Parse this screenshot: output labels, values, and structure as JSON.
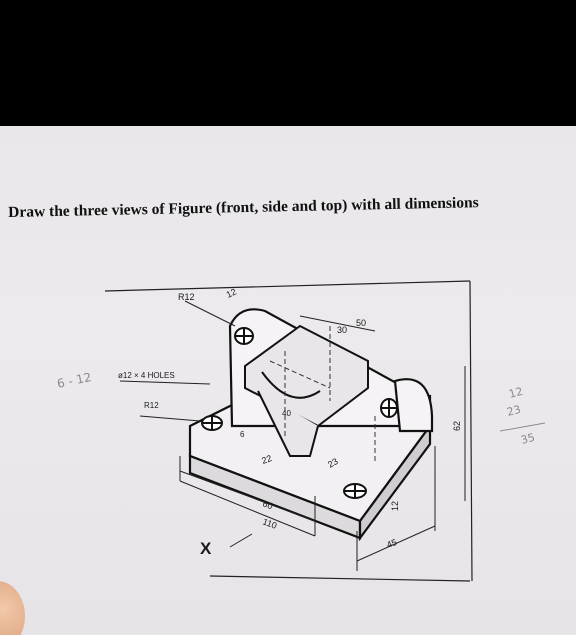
{
  "instruction": "Draw the three views of Figure (front, side and top) with all dimensions",
  "drawing": {
    "labels": {
      "r12_top": "R12",
      "twelve_top": "12",
      "fifty": "50",
      "thirty": "30",
      "holes": "ø12 × 4 HOLES",
      "r12_left": "R12",
      "forty": "40",
      "six": "6",
      "twenty_two": "22",
      "twenty_three": "23",
      "sixty": "60",
      "one_ten": "110",
      "twelve_bottom": "12",
      "sixty_two": "62",
      "forty_five": "45",
      "x_marker": "X"
    }
  },
  "handwritten": {
    "left_note": "6 - 12",
    "right_top": "12",
    "right_mid": "23",
    "right_bottom": "35"
  }
}
